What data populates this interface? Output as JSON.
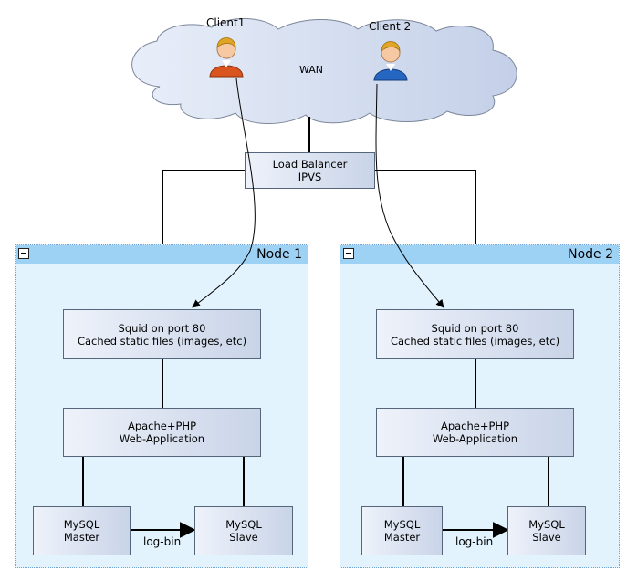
{
  "wan": {
    "label": "WAN"
  },
  "clients": [
    {
      "name": "Client1",
      "shirt_color": "#d9541e",
      "icon": "person-icon"
    },
    {
      "name": "Client 2",
      "shirt_color": "#2566c2",
      "icon": "person-icon"
    }
  ],
  "load_balancer": {
    "line1": "Load Balancer",
    "line2": "IPVS"
  },
  "nodes": [
    {
      "title": "Node 1",
      "squid": {
        "line1": "Squid on port 80",
        "line2": "Cached static files (images, etc)"
      },
      "apache": {
        "line1": "Apache+PHP",
        "line2": "Web-Application"
      },
      "mysql_master": {
        "line1": "MySQL",
        "line2": "Master"
      },
      "mysql_slave": {
        "line1": "MySQL",
        "line2": "Slave"
      },
      "replication_label": "log-bin"
    },
    {
      "title": "Node 2",
      "squid": {
        "line1": "Squid on port 80",
        "line2": "Cached static files (images, etc)"
      },
      "apache": {
        "line1": "Apache+PHP",
        "line2": "Web-Application"
      },
      "mysql_master": {
        "line1": "MySQL",
        "line2": "Master"
      },
      "mysql_slave": {
        "line1": "MySQL",
        "line2": "Slave"
      },
      "replication_label": "log-bin"
    }
  ],
  "colors": {
    "node_bg": "#e3f3fd",
    "node_header": "#9ed2f5",
    "cloud": "#d2dcf0"
  }
}
